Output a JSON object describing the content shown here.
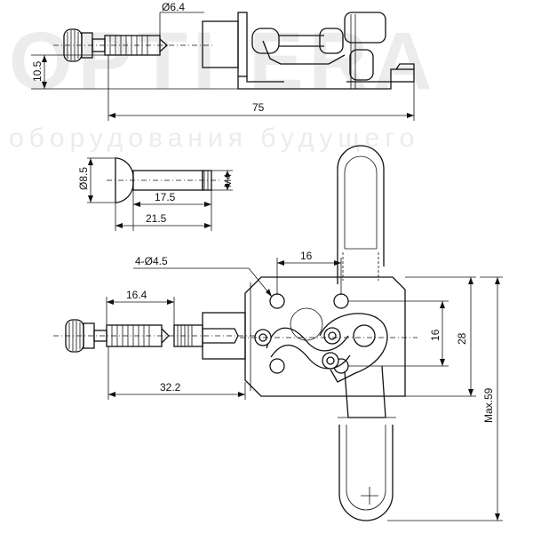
{
  "watermark": {
    "brand": "OPTI ERA",
    "tagline": "оборудования будущего"
  },
  "dimensions": {
    "top_bolt_dia": "Ø6.4",
    "top_height": "10.5",
    "overall_length": "75",
    "plunger_dia": "Ø8.5",
    "thread": "M4",
    "plunger_thread_len": "17.5",
    "plunger_len": "21.5",
    "holes": "4-Ø4.5",
    "hole_spacing_h": "16",
    "bolt_len": "16.4",
    "bolt_total": "32.2",
    "hole_spacing_v": "16",
    "base_height": "28",
    "max_height": "Max.59"
  }
}
